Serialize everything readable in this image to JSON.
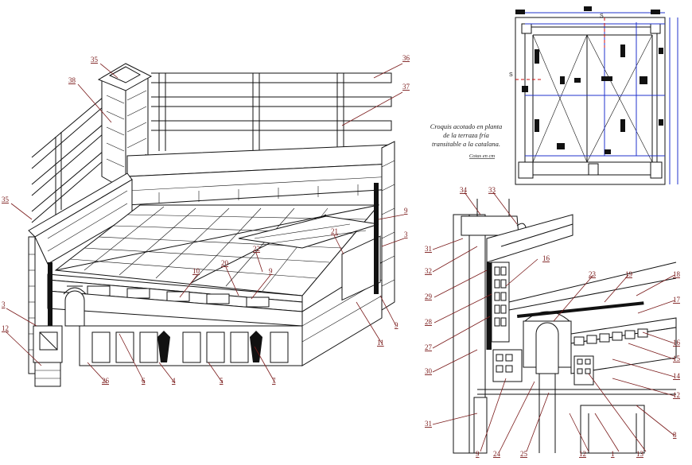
{
  "plan": {
    "note_lines": [
      "Croquis acotado en planta",
      "de la terraza fría",
      "transitable a la catalana."
    ],
    "note_sub": "Cotas en cm",
    "section_marks": [
      "S",
      "S"
    ]
  },
  "iso_callouts": [
    {
      "id": "c35a",
      "text": "35"
    },
    {
      "id": "c36",
      "text": "36"
    },
    {
      "id": "c38",
      "text": "38"
    },
    {
      "id": "c37",
      "text": "37"
    },
    {
      "id": "c35b",
      "text": "35"
    },
    {
      "id": "c9a",
      "text": "9"
    },
    {
      "id": "c3a",
      "text": "3"
    },
    {
      "id": "c21",
      "text": "21"
    },
    {
      "id": "c22",
      "text": "22"
    },
    {
      "id": "c20",
      "text": "20"
    },
    {
      "id": "c10",
      "text": "10"
    },
    {
      "id": "c9b",
      "text": "9"
    },
    {
      "id": "c3b",
      "text": "3"
    },
    {
      "id": "c12a",
      "text": "12"
    },
    {
      "id": "c26",
      "text": "26"
    },
    {
      "id": "c6",
      "text": "6"
    },
    {
      "id": "c4",
      "text": "4"
    },
    {
      "id": "c5",
      "text": "5"
    },
    {
      "id": "c7",
      "text": "7"
    },
    {
      "id": "c11",
      "text": "11"
    },
    {
      "id": "c9c",
      "text": "9"
    }
  ],
  "detail_callouts": [
    {
      "id": "d34",
      "text": "34"
    },
    {
      "id": "d33",
      "text": "33"
    },
    {
      "id": "d31a",
      "text": "31"
    },
    {
      "id": "d32",
      "text": "32"
    },
    {
      "id": "d29",
      "text": "29"
    },
    {
      "id": "d28",
      "text": "28"
    },
    {
      "id": "d27",
      "text": "27"
    },
    {
      "id": "d30",
      "text": "30"
    },
    {
      "id": "d31b",
      "text": "31"
    },
    {
      "id": "d16a",
      "text": "16"
    },
    {
      "id": "d23",
      "text": "23"
    },
    {
      "id": "d19",
      "text": "19"
    },
    {
      "id": "d18",
      "text": "18"
    },
    {
      "id": "d17",
      "text": "17"
    },
    {
      "id": "d16b",
      "text": "16"
    },
    {
      "id": "d15",
      "text": "15"
    },
    {
      "id": "d14",
      "text": "14"
    },
    {
      "id": "d12a",
      "text": "12"
    },
    {
      "id": "d8",
      "text": "8"
    },
    {
      "id": "d9",
      "text": "9"
    },
    {
      "id": "d24",
      "text": "24"
    },
    {
      "id": "d25",
      "text": "25"
    },
    {
      "id": "d12b",
      "text": "12"
    },
    {
      "id": "d1",
      "text": "1"
    },
    {
      "id": "d13",
      "text": "13"
    }
  ]
}
